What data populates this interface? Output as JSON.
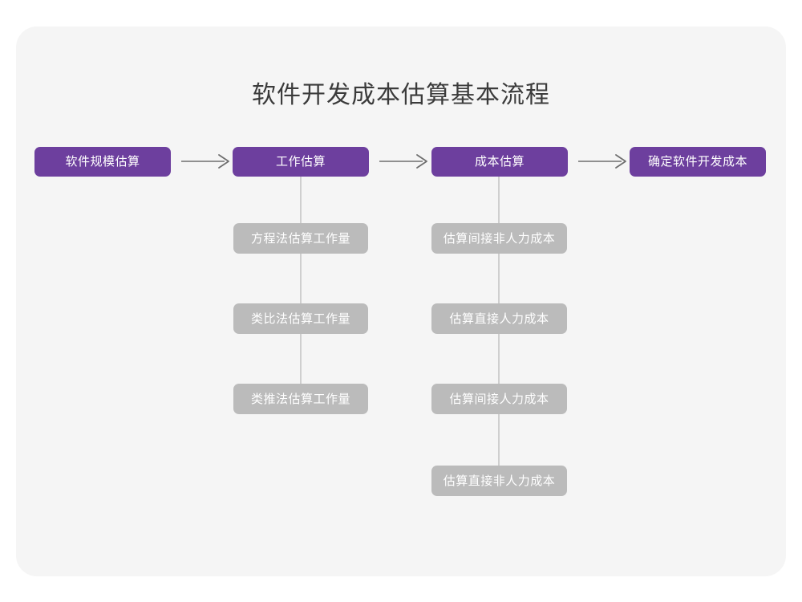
{
  "page": {
    "title": "软件开发成本估算基本流程",
    "background_color": "#ffffff",
    "card_color": "#f5f5f5",
    "primary_color": "#6d3f9e",
    "secondary_color": "#bbbbbb",
    "connector_color": "#cfcfcf",
    "title_color": "#3b3b3b"
  },
  "flow": {
    "arrow_glyph": "→",
    "stages": [
      {
        "id": "stage-1",
        "label": "软件规模估算",
        "substeps": []
      },
      {
        "id": "stage-2",
        "label": "工作估算",
        "substeps": [
          "方程法估算工作量",
          "类比法估算工作量",
          "类推法估算工作量"
        ]
      },
      {
        "id": "stage-3",
        "label": "成本估算",
        "substeps": [
          "估算间接非人力成本",
          "估算直接人力成本",
          "估算间接人力成本",
          "估算直接非人力成本"
        ]
      },
      {
        "id": "stage-4",
        "label": "确定软件开发成本",
        "substeps": []
      }
    ]
  }
}
